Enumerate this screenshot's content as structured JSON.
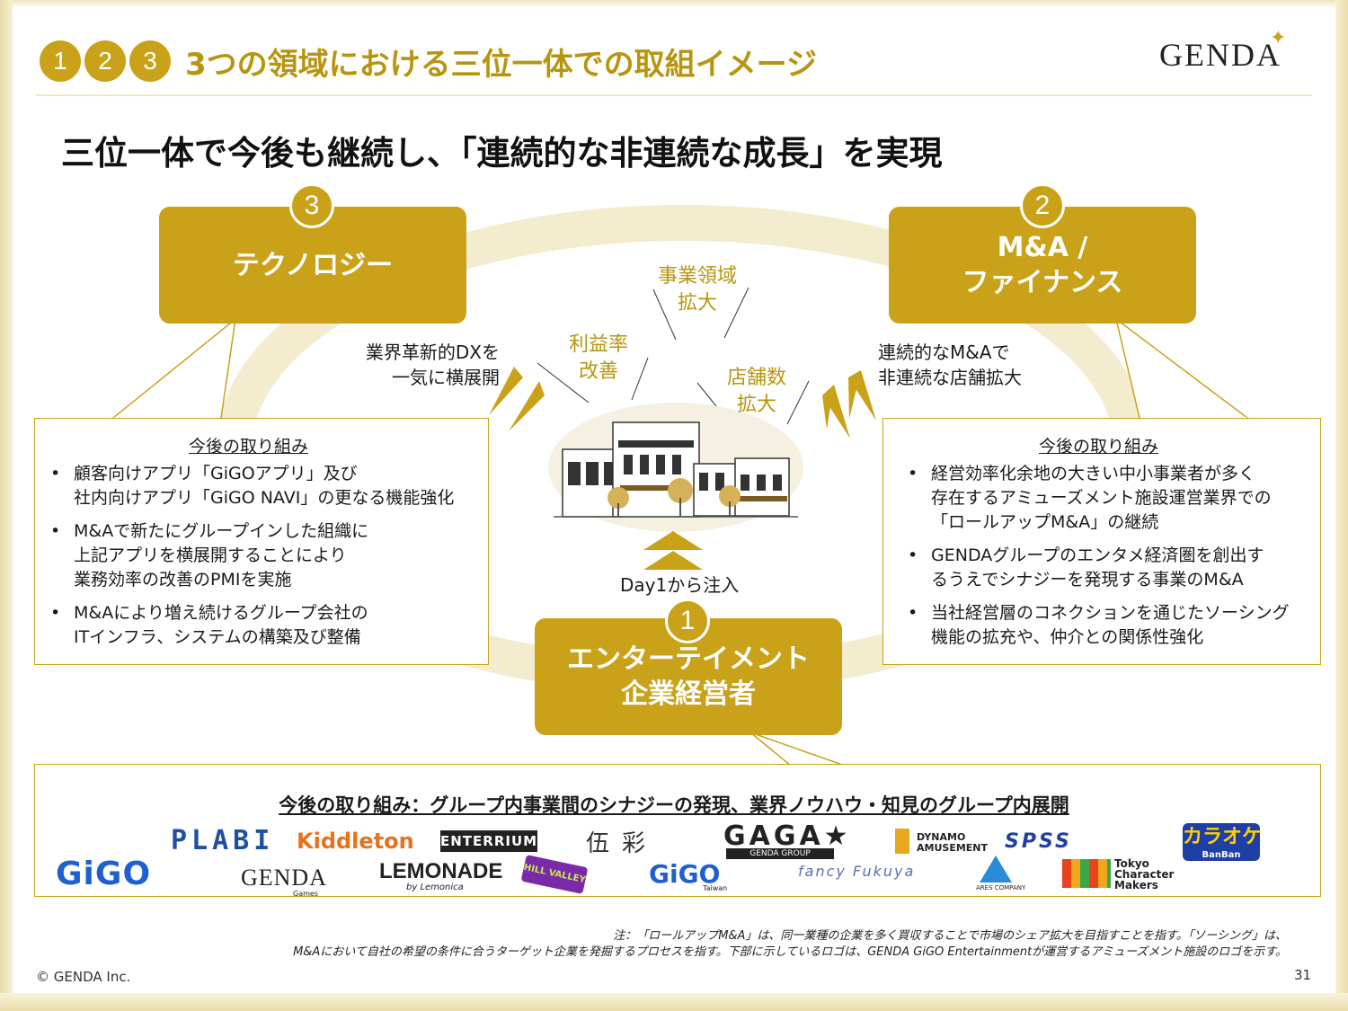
{
  "header": {
    "circles": [
      "1",
      "2",
      "3"
    ],
    "title": "3つの領域における三位一体での取組イメージ",
    "logo": "GENDA"
  },
  "subtitle": "三位一体で今後も継続し、「連続的な非連続な成長」を実現",
  "boxes": {
    "technology": {
      "badge": "3",
      "label": "テクノロジー"
    },
    "ma": {
      "badge": "2",
      "label_line1": "M&A /",
      "label_line2": "ファイナンス"
    },
    "entertainment": {
      "badge": "1",
      "label_line1": "エンターテイメント",
      "label_line2": "企業経営者"
    }
  },
  "center": {
    "label_expand": "事業領域\n拡大",
    "label_profit": "利益率\n改善",
    "label_stores": "店舗数\n拡大",
    "day1": "Day1から注入",
    "left_text": "業界革新的DXを\n一気に横展開",
    "right_text": "連続的なM&Aで\n非連続な店舗拡大"
  },
  "left_callout": {
    "heading": "今後の取り組み",
    "items": [
      "顧客向けアプリ「GiGOアプリ」及び\n社内向けアプリ「GiGO NAVI」の更なる機能強化",
      "M&Aで新たにグループインした組織に\n上記アプリを横展開することにより\n業務効率の改善のPMIを実施",
      "M&Aにより増え続けるグループ会社の\nITインフラ、システムの構築及び整備"
    ]
  },
  "right_callout": {
    "heading": "今後の取り組み",
    "items": [
      "経営効率化余地の大きい中小事業者が多く\n存在するアミューズメント施設運営業界での\n「ロールアップM&A」の継続",
      "GENDAグループのエンタメ経済圏を創出す\nるうえでシナジーを発現する事業のM&A",
      "当社経営層のコネクションを通じたソーシング\n機能の拡充や、仲介との関係性強化"
    ]
  },
  "bottom": {
    "heading": "今後の取り組み：グループ内事業間のシナジーの発現、業界ノウハウ・知見のグループ内展開",
    "logos": {
      "plabi": "PLABI",
      "kiddleton": "Kiddleton",
      "enterrium": "ENTERRIUM",
      "gosai": "伍彩",
      "gaga": "GAGA★",
      "gaga_sub": "GENDA GROUP",
      "dynamo1": "DYNAMO",
      "dynamo2": "AMUSEMENT",
      "spss": "SPSS",
      "karaoke": "カラオケ",
      "karaoke_sub": "BanBan",
      "gigo": "GiGO",
      "genda_games": "GENDA",
      "genda_games_sub": "Games",
      "lemonade": "LEMONADE",
      "lemonade_sub": "by Lemonica",
      "hillvalley": "HILL VALLEY",
      "gigo_tw": "GiGO",
      "gigo_tw_sub": "Taiwan",
      "fancy": "fancy Fukuya",
      "ares": "ARES COMPANY",
      "tcm1": "Tokyo",
      "tcm2": "Character",
      "tcm3": "Makers"
    }
  },
  "note_line1": "注：「ロールアップM&A」は、同一業種の企業を多く買収することで市場のシェア拡大を目指すことを指す。「ソーシング」は、",
  "note_line2": "M&Aにおいて自社の希望の条件に合うターゲット企業を発掘するプロセスを指す。下部に示しているロゴは、GENDA GiGO Entertainmentが運営するアミューズメント施設のロゴを示す。",
  "footer": {
    "copyright": "© GENDA Inc.",
    "page": "31"
  },
  "colors": {
    "gold": "#c9a21a",
    "gold_text": "#b8950f",
    "ring": "#f3ecce"
  }
}
